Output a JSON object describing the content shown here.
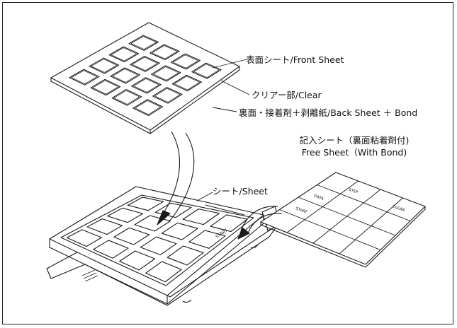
{
  "labels": {
    "front_sheet": "表面シート/Front Sheet",
    "clear": "クリアー部/Clear",
    "back_sheet": "裏面・接着剤＋剥離紙/Back Sheet ＋ Bond",
    "free_sheet_jp": "記入シート（裏面粘着剤付)",
    "free_sheet_en": "Free Sheet（With Bond)",
    "sheet": "シート/Sheet"
  },
  "free_sheet_keys": [
    "CLEAR",
    "STEP",
    "DATA",
    "START"
  ],
  "base_key_label": "START",
  "line_color": "#1a1a1a"
}
